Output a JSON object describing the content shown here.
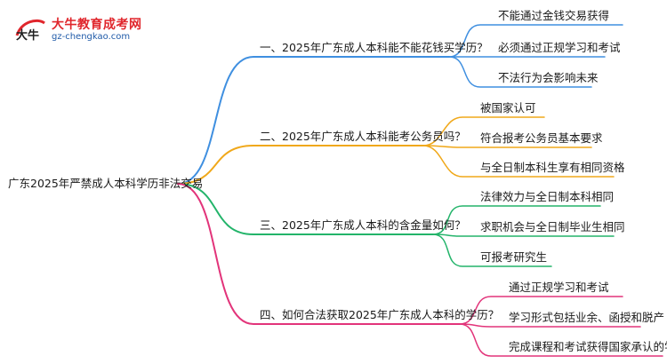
{
  "logo": {
    "title": "大牛教育成考网",
    "url": "gz-chengkao.com",
    "mark_text": "大牛"
  },
  "mindmap": {
    "root": "广东2025年严禁成人本科学历非法交易",
    "branches": [
      {
        "label": "一、2025年广东成人本科能不能花钱买学历？",
        "color": "#3f8fe0",
        "leaves": [
          "不能通过金钱交易获得",
          "必须通过正规学习和考试",
          "不法行为会影响未来"
        ]
      },
      {
        "label": "二、2025年广东成人本科能考公务员吗？",
        "color": "#f0a81a",
        "leaves": [
          "被国家认可",
          "符合报考公务员基本要求",
          "与全日制本科生享有相同资格"
        ]
      },
      {
        "label": "三、2025年广东成人本科的含金量如何？",
        "color": "#23b46a",
        "leaves": [
          "法律效力与全日制本科相同",
          "求职机会与全日制毕业生相同",
          "可报考研究生"
        ]
      },
      {
        "label": "四、如何合法获取2025年广东成人本科的学历？",
        "color": "#e2347a",
        "leaves": [
          "通过正规学习和考试",
          "学习形式包括业余、函授和脱产",
          "完成课程和考试获得国家承认的学历"
        ]
      }
    ]
  }
}
